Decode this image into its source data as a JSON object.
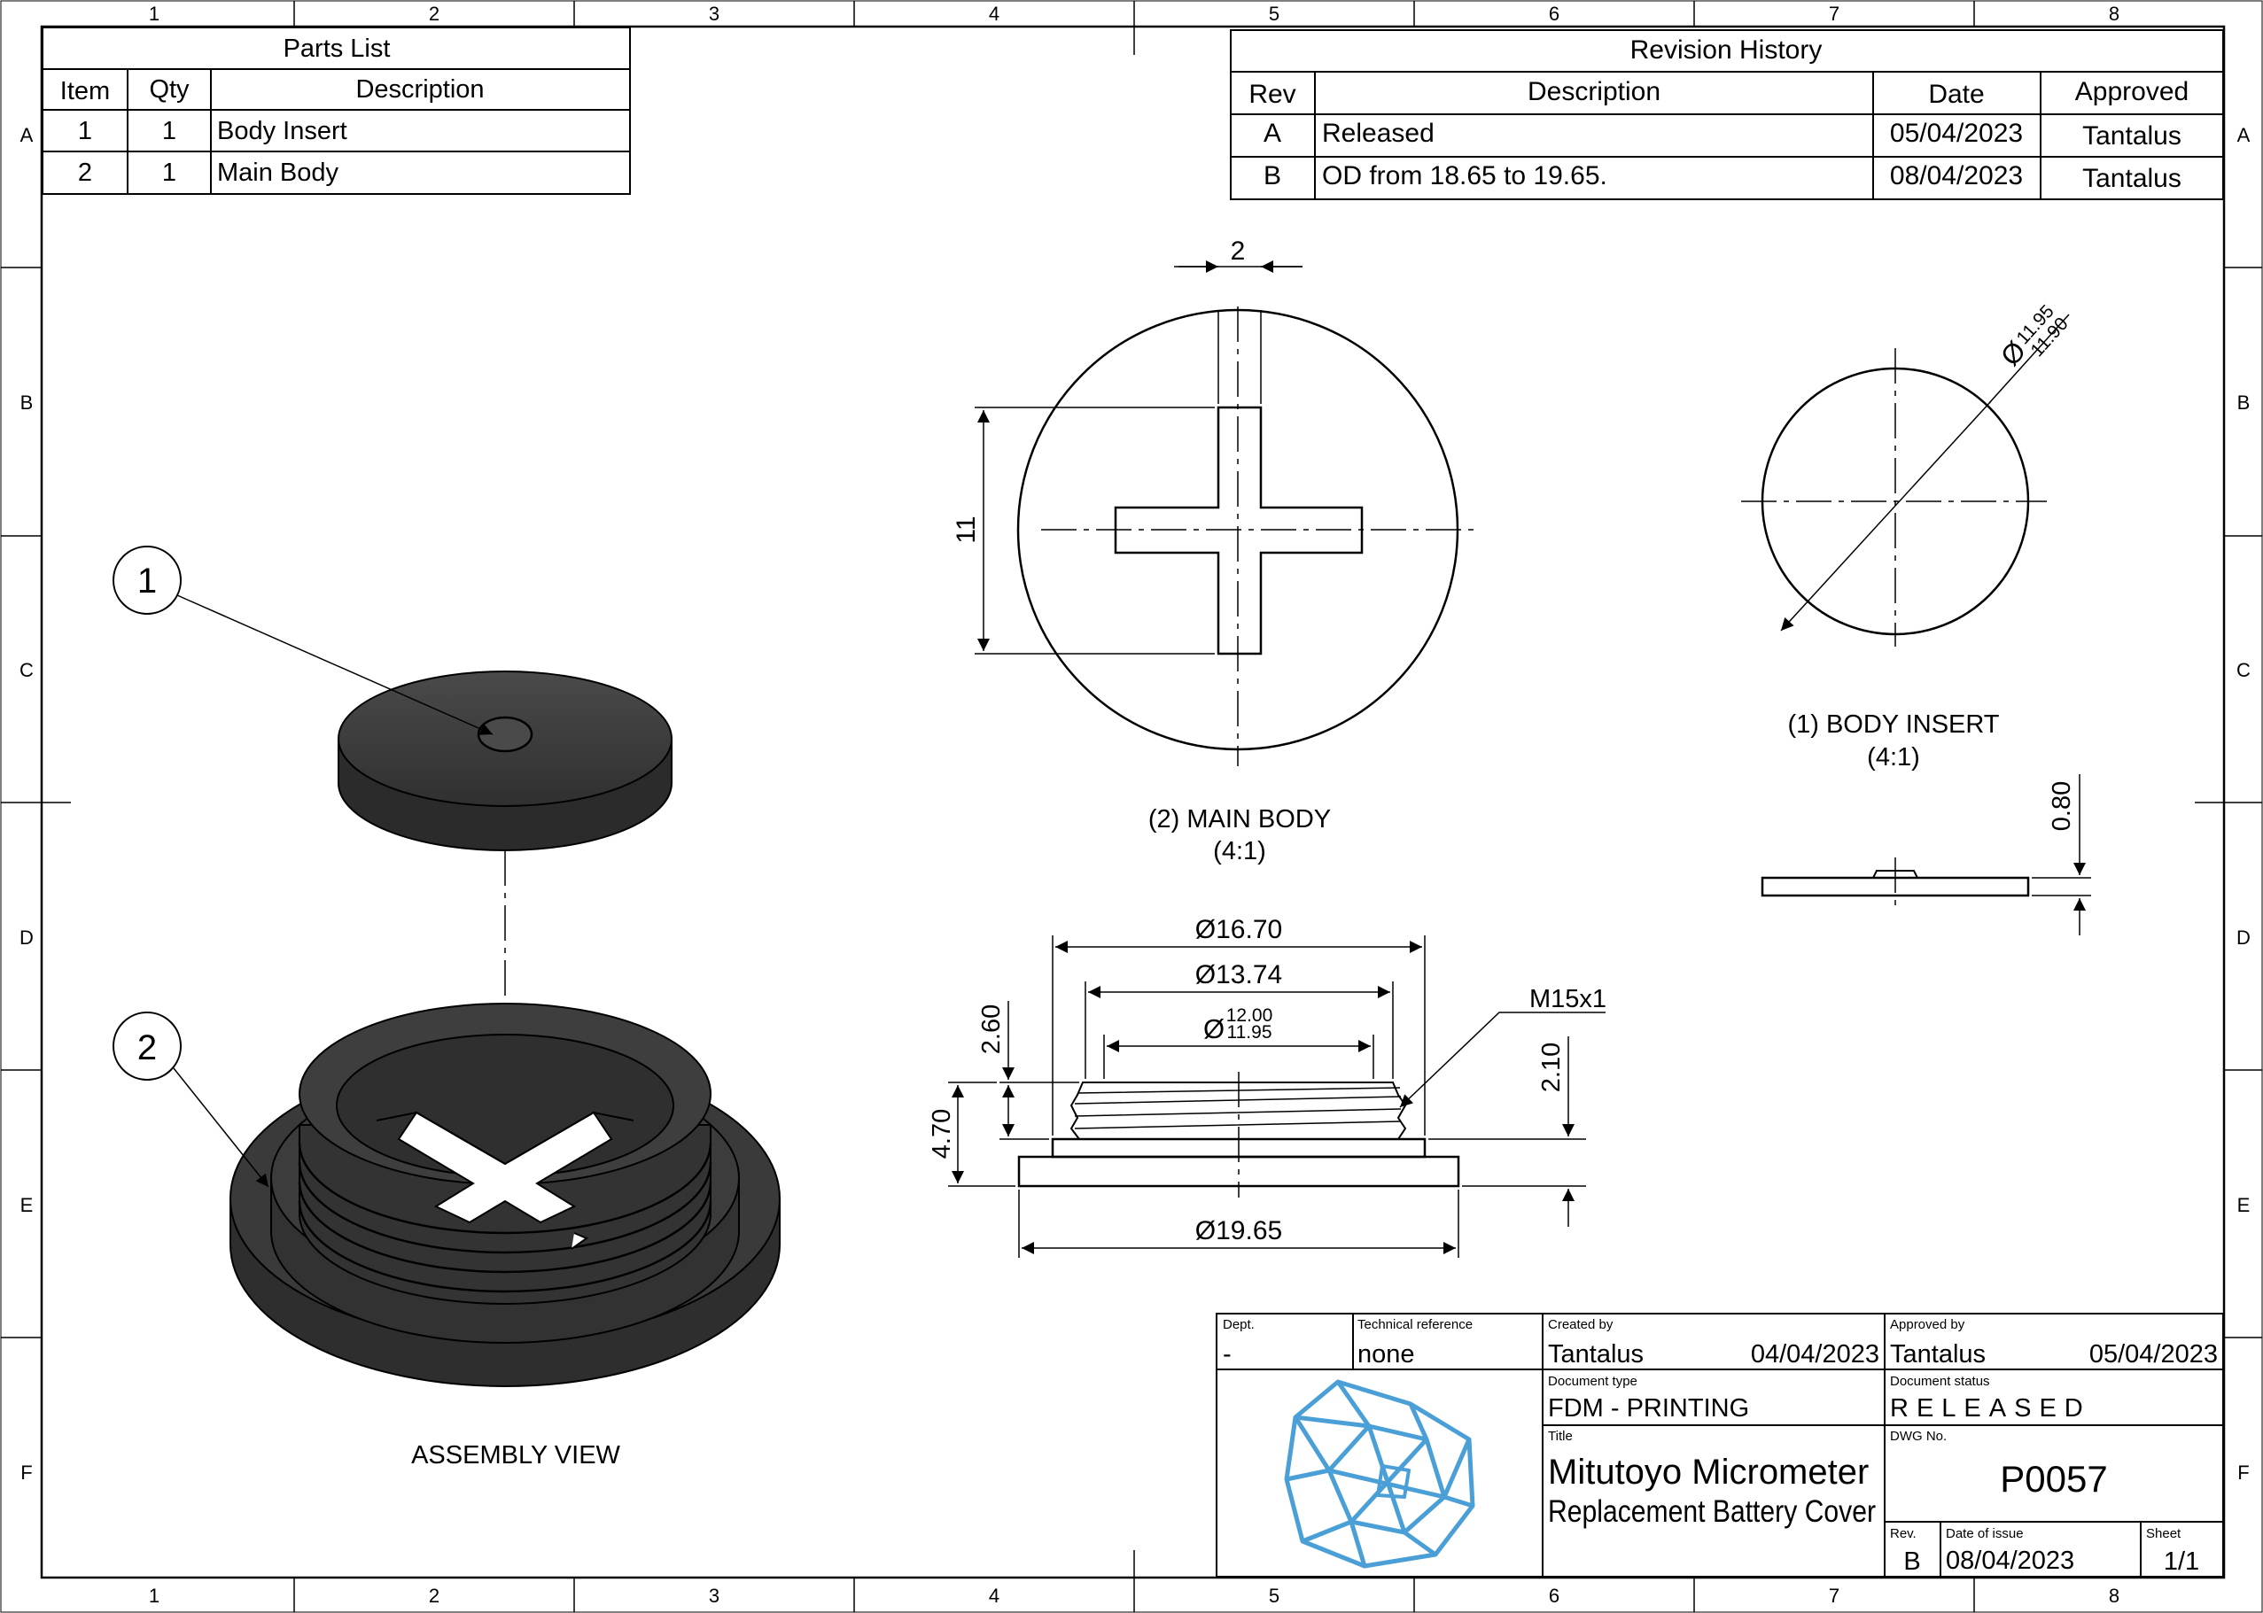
{
  "sheet": {
    "zone_columns": [
      "1",
      "2",
      "3",
      "4",
      "5",
      "6",
      "7",
      "8"
    ],
    "zone_rows": [
      "A",
      "B",
      "C",
      "D",
      "E",
      "F"
    ]
  },
  "parts_list": {
    "title": "Parts List",
    "headers": [
      "Item",
      "Qty",
      "Description"
    ],
    "rows": [
      {
        "item": "1",
        "qty": "1",
        "description": "Body Insert"
      },
      {
        "item": "2",
        "qty": "1",
        "description": "Main Body"
      }
    ]
  },
  "revision_history": {
    "title": "Revision History",
    "headers": [
      "Rev",
      "Description",
      "Date",
      "Approved"
    ],
    "rows": [
      {
        "rev": "A",
        "description": "Released",
        "date": "05/04/2023",
        "approved": "Tantalus"
      },
      {
        "rev": "B",
        "description": "OD from 18.65 to 19.65.",
        "date": "08/04/2023",
        "approved": "Tantalus"
      }
    ]
  },
  "views": {
    "assembly": {
      "label": "ASSEMBLY VIEW",
      "balloons": [
        "1",
        "2"
      ]
    },
    "main_body": {
      "label": "(2) MAIN BODY",
      "scale": "(4:1)"
    },
    "body_insert": {
      "label": "(1) BODY INSERT",
      "scale": "(4:1)"
    }
  },
  "dimensions": {
    "slot_width": "2",
    "slot_length": "11",
    "insert_dia_upper": "11.95",
    "insert_dia_lower": "11.90",
    "insert_thickness": "0.80",
    "dia_16_70": "Ø16.70",
    "dia_13_74": "Ø13.74",
    "dia_12_upper": "12.00",
    "dia_12_lower": "11.95",
    "dia_symbol": "Ø",
    "thread_callout": "M15x1",
    "height_2_60": "2.60",
    "height_4_70": "4.70",
    "height_2_10": "2.10",
    "dia_19_65": "Ø19.65"
  },
  "title_block": {
    "dept": {
      "label": "Dept.",
      "value": "-"
    },
    "technical_reference": {
      "label": "Technical reference",
      "value": "none"
    },
    "created_by": {
      "label": "Created by",
      "name": "Tantalus",
      "date": "04/04/2023"
    },
    "approved_by": {
      "label": "Approved by",
      "name": "Tantalus",
      "date": "05/04/2023"
    },
    "document_type": {
      "label": "Document type",
      "value": "FDM - PRINTING"
    },
    "document_status": {
      "label": "Document status",
      "value": "RELEASED"
    },
    "title": {
      "label": "Title",
      "line1": "Mitutoyo Micrometer",
      "line2": "Replacement Battery Cover"
    },
    "dwg_no": {
      "label": "DWG No.",
      "value": "P0057"
    },
    "rev": {
      "label": "Rev.",
      "value": "B"
    },
    "date_of_issue": {
      "label": "Date of issue",
      "value": "08/04/2023"
    },
    "sheet": {
      "label": "Sheet",
      "value": "1/1"
    }
  },
  "colors": {
    "line": "#000000",
    "logo": "#4a9fd6",
    "solid_dark": "#3a3a3a"
  }
}
